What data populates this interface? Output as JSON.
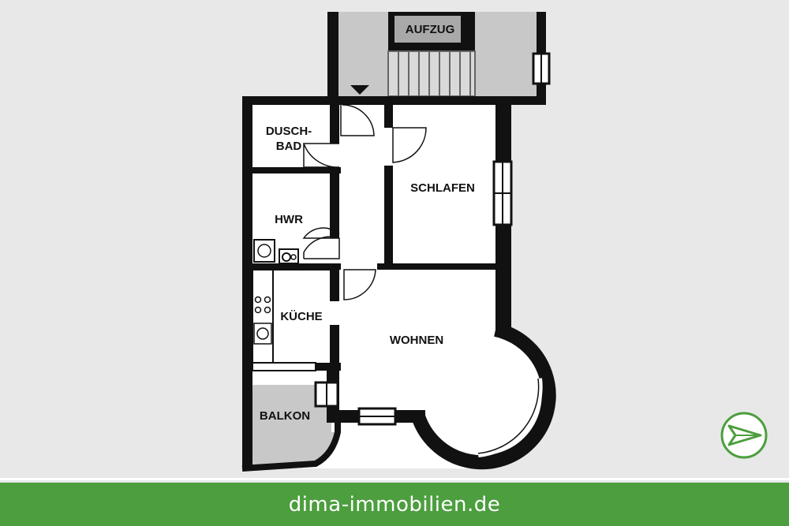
{
  "rooms": {
    "elevator": "AUFZUG",
    "shower_bath": "DUSCH-\nBAD",
    "shower_bath_line1": "DUSCH-",
    "shower_bath_line2": "BAD",
    "utility": "HWR",
    "bedroom": "SCHLAFEN",
    "kitchen": "KÜCHE",
    "living": "WOHNEN",
    "balcony": "BALKON"
  },
  "footer": {
    "website": "dima-immobilien.de"
  },
  "colors": {
    "brand_green": "#4c9e3e",
    "wall": "#111111",
    "background": "#e8e8e8",
    "stairwell": "#c8c8c8"
  },
  "icons": {
    "logo": "paper-plane-arrow-icon"
  }
}
